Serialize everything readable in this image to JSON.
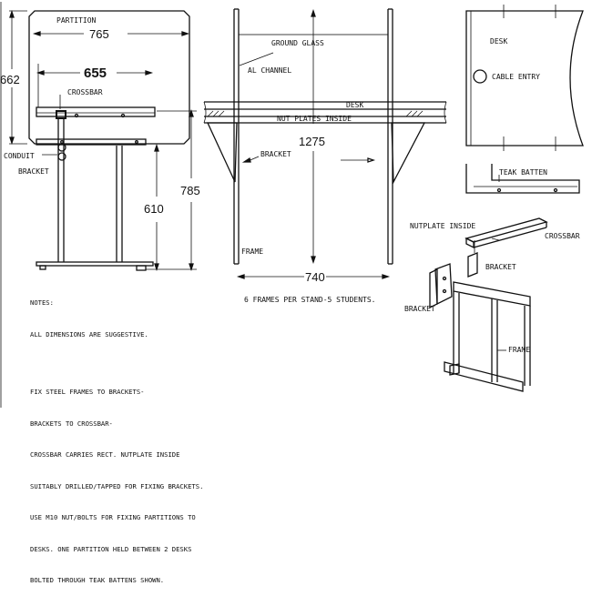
{
  "labels": {
    "partition": "PARTITION",
    "dim_765": "765",
    "dim_662": "662",
    "dim_655": "655",
    "crossbar_front": "CROSSBAR",
    "conduit": "CONDUIT",
    "bracket_left": "BRACKET",
    "dim_610": "610",
    "dim_785": "785",
    "ground_glass": "GROUND GLASS",
    "al_channel": "AL CHANNEL",
    "desk_mid": "DESK",
    "nut_plates": "NUT PLATES INSIDE",
    "dim_1275": "1275",
    "bracket_mid": "BRACKET",
    "frame_mid": "FRAME",
    "dim_740": "740",
    "frames_note": "6 FRAMES PER STAND-5 STUDENTS.",
    "desk_plan": "DESK",
    "cable_entry": "CABLE ENTRY",
    "teak_batten": "TEAK BATTEN",
    "nutplate_inside": "NUTPLATE INSIDE",
    "crossbar_iso": "CROSSBAR",
    "bracket_iso_top": "BRACKET",
    "bracket_iso_left": "BRACKET",
    "frame_iso": "FRAME"
  },
  "notes": {
    "title": "NOTES:",
    "line1": "ALL DIMENSIONS ARE SUGGESTIVE.",
    "line2": "FIX STEEL FRAMES TO BRACKETS-",
    "line3": "BRACKETS TO CROSSBAR-",
    "line4": "CROSSBAR CARRIES RECT. NUTPLATE INSIDE",
    "line5": "SUITABLY DRILLED/TAPPED FOR FIXING BRACKETS.",
    "line6": "USE M10 NUT/BOLTS FOR FIXING PARTITIONS TO",
    "line7": "DESKS. ONE PARTITION HELD BETWEEN 2 DESKS",
    "line8": "BOLTED THROUGH TEAK BATTENS SHOWN."
  }
}
